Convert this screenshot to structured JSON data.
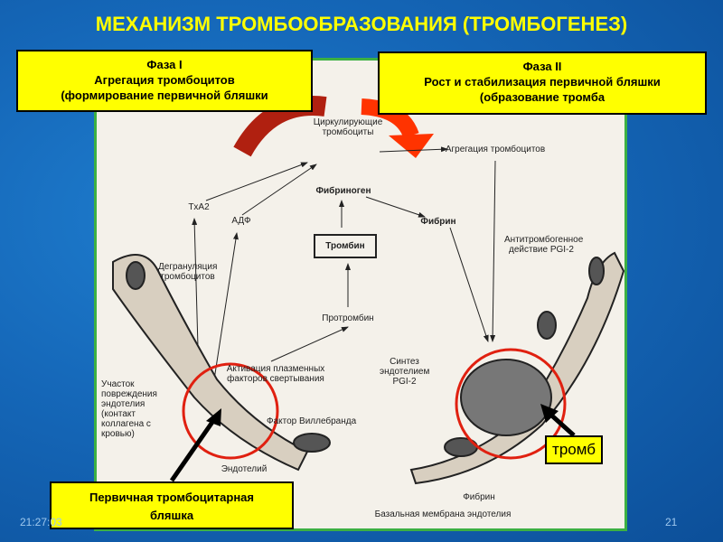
{
  "title": "МЕХАНИЗМ ТРОМБООБРАЗОВАНИЯ (ТРОМБОГЕНЕЗ)",
  "phase1": {
    "line1": "Фаза I",
    "line2": "Агрегация тромбоцитов",
    "line3": "(формирование первичной бляшки"
  },
  "phase2": {
    "line1": "Фаза II",
    "line2": "Рост и стабилизация первичной бляшки",
    "line3": "(образование тромба"
  },
  "labels": {
    "circulating": "Циркулирующие тромбоциты",
    "aggregation": "Агрегация тромбоцитов",
    "fibrinogen": "Фибриноген",
    "txa2": "TxA2",
    "adp": "АДФ",
    "fibrin_top": "Фибрин",
    "thrombin": "Тромбин",
    "antithrombogenic": "Антитромбогенное действие PGI-2",
    "degranulation": "Дегрануляция тромбоцитов",
    "prothrombin": "Протромбин",
    "activation": "Активация плазменных факторов свертывания",
    "synthesis": "Синтез эндотелием PGI-2",
    "damage_site": "Участок повреждения эндотелия (контакт коллагена с кровью)",
    "willebrand": "Фактор Виллебранда",
    "endothelium": "Эндотелий",
    "fibrin_bottom": "Фибрин",
    "basal_membrane": "Базальная мембрана эндотелия"
  },
  "thrombus_label": "тромб",
  "primary_plaque": "Первичная тромбоцитарная бляшка",
  "footer": {
    "time": "21:27:03",
    "page": "21"
  }
}
